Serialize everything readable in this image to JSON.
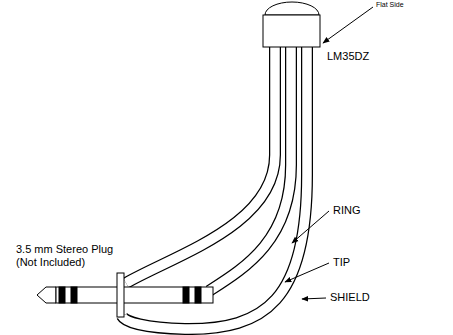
{
  "diagram": {
    "labels": [
      "Flat Side",
      "LM35DZ",
      "RING",
      "TIP",
      "SHIELD",
      "3.5 mm Stereo Plug (Not Included)"
    ]
  }
}
